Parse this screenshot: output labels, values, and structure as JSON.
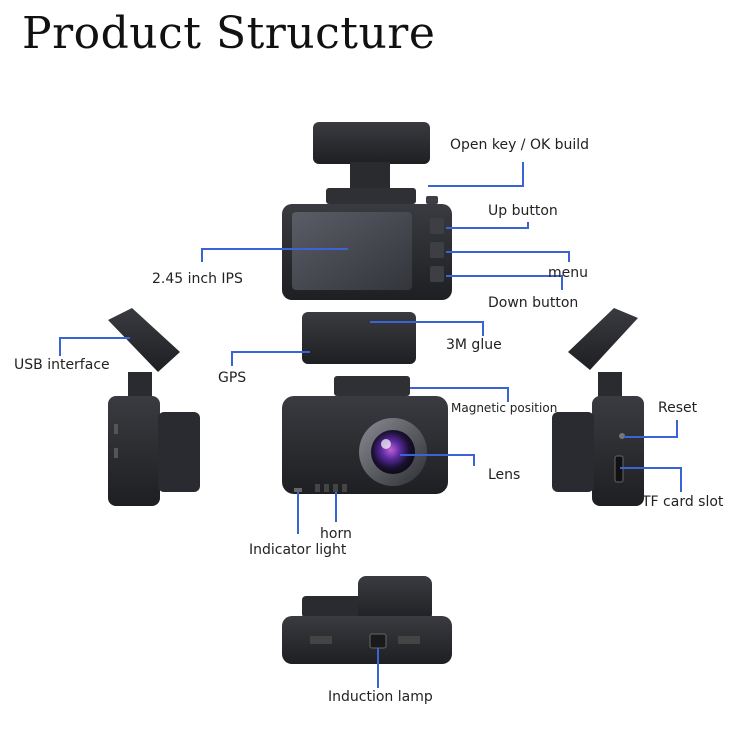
{
  "title": "Product Structure",
  "colors": {
    "leader": "#3a63d6",
    "body": "#2b2c30",
    "body_dark": "#1b1c1f",
    "screen": "#4a4d55",
    "lens_ring": "#505259"
  },
  "labels": {
    "open_key": "Open key / OK build",
    "up_button": "Up button",
    "menu": "menu",
    "down_button": "Down button",
    "screen": "2.45 inch IPS",
    "glue": "3M glue",
    "usb": "USB interface",
    "gps": "GPS",
    "magnetic": "Magnetic position",
    "reset": "Reset",
    "lens": "Lens",
    "tf_card": "TF card slot",
    "horn": "horn",
    "indicator": "Indicator light",
    "induction": "Induction lamp"
  }
}
